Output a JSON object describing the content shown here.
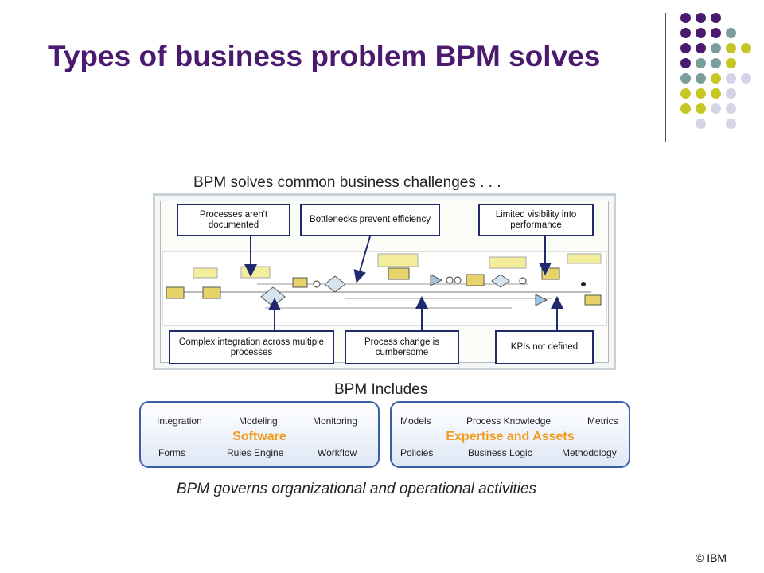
{
  "slide": {
    "title": "Types of business problem BPM solves",
    "copyright": "© IBM"
  },
  "diagram": {
    "heading": "BPM solves common business challenges . . .",
    "callouts": [
      {
        "id": "docs",
        "text": "Processes aren't documented"
      },
      {
        "id": "bottlenecks",
        "text": "Bottlenecks prevent efficiency"
      },
      {
        "id": "visibility",
        "text": "Limited visibility into performance"
      },
      {
        "id": "integration",
        "text": "Complex integration across multiple processes"
      },
      {
        "id": "change",
        "text": "Process change is cumbersome"
      },
      {
        "id": "kpis",
        "text": "KPIs not defined"
      }
    ]
  },
  "includes": {
    "heading": "BPM Includes",
    "software": {
      "center": "Software",
      "top": [
        "Integration",
        "Modeling",
        "Monitoring"
      ],
      "bottom": [
        "Forms",
        "Rules Engine",
        "Workflow"
      ]
    },
    "expertise": {
      "center": "Expertise and Assets",
      "top": [
        "Models",
        "Process Knowledge",
        "Metrics"
      ],
      "bottom": [
        "Policies",
        "Business Logic",
        "Methodology"
      ]
    },
    "footer": "BPM governs organizational and operational activities"
  },
  "colors": {
    "title": "#4b1a6e",
    "accent_orange": "#f39a1c",
    "callout_border": "#1f2a6e",
    "box_border": "#3a5fa8",
    "dot_purple": "#4b1a6e",
    "dot_teal": "#7a9e9c",
    "dot_olive": "#c6c624",
    "dot_lavender": "#d4d4e6"
  }
}
